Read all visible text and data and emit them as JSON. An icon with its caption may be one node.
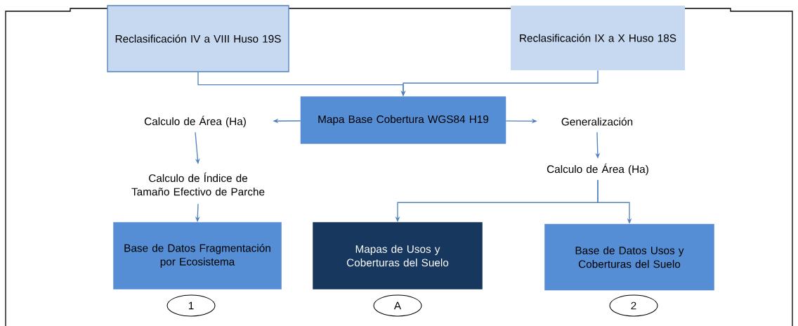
{
  "diagram": {
    "nodes": [
      {
        "text": [
          "Reclasificación IV a VIII Huso 19S"
        ]
      },
      {
        "text": [
          "Reclasificación IX a X Huso 18S"
        ]
      },
      {
        "text": [
          "Mapa Base Cobertura WGS84 H19"
        ]
      },
      {
        "text": [
          "Calculo de Área (Ha)"
        ]
      },
      {
        "text": [
          "Generalización"
        ]
      },
      {
        "text": [
          "Calculo de Índice de Tamaño Efectivo de Parche"
        ]
      },
      {
        "text": [
          "Calculo de Área (Ha)"
        ]
      },
      {
        "text": [
          "Base de Datos Fragmentación por Ecosistema"
        ]
      },
      {
        "text": [
          "Mapas de Usos y Coberturas del Suelo"
        ]
      },
      {
        "text": [
          "Base de Datos Usos y Coberturas del Suelo"
        ]
      },
      {
        "text": [
          "1"
        ]
      },
      {
        "text": [
          "A"
        ]
      },
      {
        "text": [
          "2"
        ]
      }
    ],
    "edges": [
      {
        "from": 0,
        "to": 2,
        "arrow": "to"
      },
      {
        "from": 1,
        "to": 2,
        "arrow": "to"
      },
      {
        "from": 2,
        "to": 3,
        "arrow": "to"
      },
      {
        "from": 2,
        "to": 4,
        "arrow": "to"
      },
      {
        "from": 3,
        "to": 5,
        "arrow": "to"
      },
      {
        "from": 4,
        "to": 6,
        "arrow": "to"
      },
      {
        "from": 5,
        "to": 7,
        "arrow": "to"
      },
      {
        "from": 6,
        "to": 8,
        "arrow": "to"
      },
      {
        "from": 6,
        "to": 9,
        "arrow": "to"
      }
    ]
  }
}
